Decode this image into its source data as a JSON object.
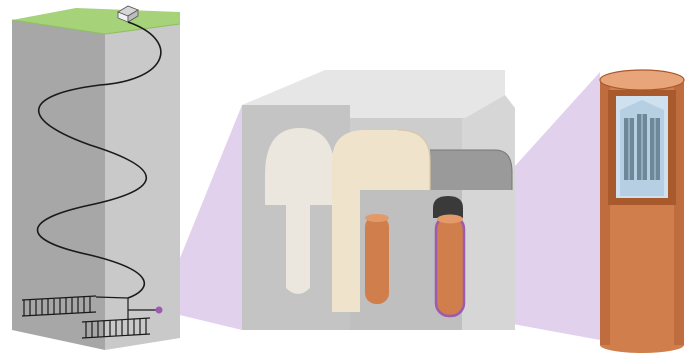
{
  "diagram": {
    "panels": [
      "repository-shaft",
      "disposal-vault",
      "waste-canister"
    ],
    "colors": {
      "background": "#ffffff",
      "rock_front": "#a7a7a7",
      "rock_side": "#c9c9c9",
      "surface_grass": "#a6d27a",
      "tunnel_line": "#1a1a1a",
      "highlight_purple": "#9c5bb0",
      "projection_lavender": "#dcc9ea",
      "concrete_front": "#c4c4c4",
      "concrete_side": "#d9d9d9",
      "concrete_top": "#e6e6e6",
      "plug_cream": "#f0e3cc",
      "copper": "#cf7e4c",
      "copper_dark": "#a95a2c",
      "fuel_frame": "#cfe0ee",
      "fuel_rods": "#6f8899"
    }
  }
}
